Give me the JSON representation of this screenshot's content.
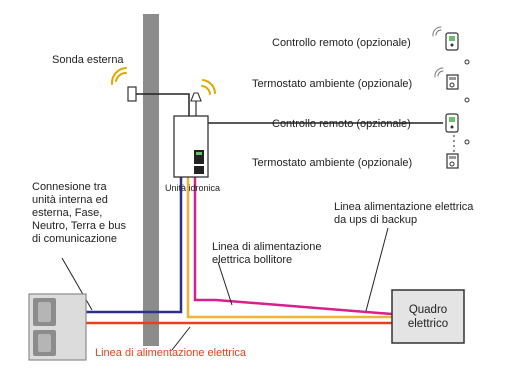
{
  "labels": {
    "outdoor_sensor": "Sonda esterna",
    "remote_optional_1": "Controllo remoto (opzionale)",
    "thermostat_optional_1": "Termostato ambiente (opzionale)",
    "remote_optional_2": "Controllo remoto (opzionale)",
    "thermostat_optional_2": "Termostato ambiente (opzionale)",
    "hydronic_unit": "Unità idronica",
    "connection_note": "Connesione tra\nunità interna ed\nesterna, Fase,\nNeutro, Terra e bus\ndi comunicazione",
    "ups_line": "Linea alimentazione elettrica\nda ups di backup",
    "boiler_line": "Linea di alimentazione\nelettrica bollitore",
    "electrical_panel": "Quadro\nelettrico",
    "power_line": "Linea di alimentazione elettrica"
  },
  "colors": {
    "wall": "#8c8c8c",
    "bus_line": "#2e2e8c",
    "ups_line": "#d6208c",
    "boiler_line": "#f2b233",
    "power_line": "#e8401c",
    "wifi": "#e0a800",
    "device_screen": "#6bbf6a",
    "panel_fill": "#e4e4e4"
  },
  "icons": [
    "wifi-signal-icon",
    "remote-control-icon",
    "thermostat-icon"
  ]
}
